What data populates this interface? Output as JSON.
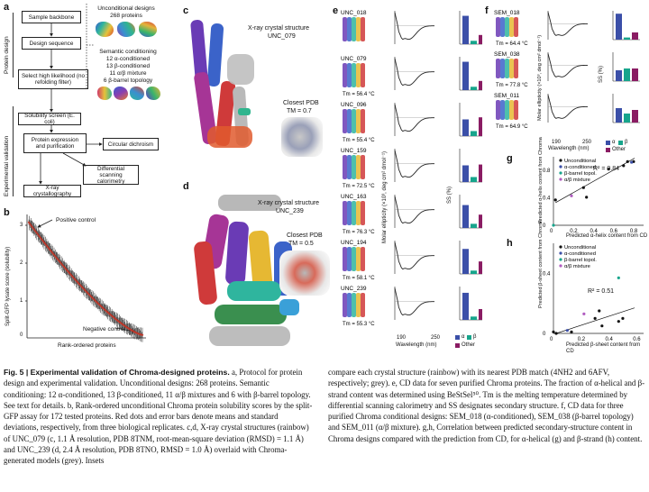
{
  "panel_a": {
    "label": "a",
    "side_design": "Protein design",
    "side_validation": "Experimental validation",
    "boxes": {
      "backbone": "Sample backbone",
      "sequence": "Design sequence",
      "select": "Select high likelihood (no refolding filter)",
      "screen": "Solubility screen (E. coli)",
      "expression": "Protein expression and purification",
      "cd": "Circular dichroism",
      "dsc": "Differential scanning calorimetry",
      "xray": "X-ray crystallography"
    },
    "uncond": "Unconditional designs 268 proteins",
    "semantic": "Semantic conditioning",
    "cond_lines": [
      "12 α-conditioned",
      "13 β-conditioned",
      "11 α/β mixture",
      "6 β-barrel topology"
    ]
  },
  "panel_b": {
    "label": "b",
    "ylabel": "Split-GFP lysate score (solubility)",
    "xlabel": "Rank-ordered proteins",
    "pos": "Positive control",
    "neg": "Negative control",
    "yticks": [
      "3",
      "2",
      "1",
      "0"
    ]
  },
  "panel_c": {
    "label": "c",
    "title1": "X-ray crystal structure",
    "title2": "UNC_079",
    "pdb1": "Closest PDB",
    "pdb2": "TM = 0.7"
  },
  "panel_d": {
    "label": "d",
    "title1": "X-ray crystal structure",
    "title2": "UNC_239",
    "pdb1": "Closest PDB",
    "pdb2": "TM = 0.5"
  },
  "panel_e": {
    "label": "e",
    "ylabel": "Molar ellipticity (×10³, deg cm² dmol⁻¹)",
    "ss_label": "SS (%)",
    "xlabel": "Wavelength (nm)",
    "xticks": [
      "190",
      "250"
    ],
    "legend": [
      "α",
      "β",
      "Other"
    ],
    "rows": [
      {
        "name": "UNC_018",
        "tm": ""
      },
      {
        "name": "UNC_079",
        "tm": "Tm = 56.4 °C"
      },
      {
        "name": "UNC_096",
        "tm": "Tm = 55.4 °C"
      },
      {
        "name": "UNC_159",
        "tm": "Tm = 72.5 °C"
      },
      {
        "name": "UNC_163",
        "tm": "Tm = 76.3 °C"
      },
      {
        "name": "UNC_194",
        "tm": "Tm = 58.1 °C"
      },
      {
        "name": "UNC_239",
        "tm": "Tm = 55.3 °C"
      }
    ]
  },
  "panel_f": {
    "label": "f",
    "ylabel": "Molar ellipticity (×10³, deg cm² dmol⁻¹)",
    "ss_label": "SS (%)",
    "xlabel": "Wavelength (nm)",
    "xticks": [
      "190",
      "250"
    ],
    "legend": [
      "α",
      "β",
      "Other"
    ],
    "rows": [
      {
        "name": "SEM_018",
        "tm": "Tm = 64.4 °C"
      },
      {
        "name": "SEM_038",
        "tm": "Tm = 77.8 °C"
      },
      {
        "name": "SEM_011",
        "tm": "Tm = 64.9 °C"
      }
    ]
  },
  "panel_g": {
    "label": "g",
    "ylabel": "Predicted α-helix content from Chroma",
    "xlabel": "Predicted α-helix content from CD",
    "r2": "R² = 0.84",
    "xticks": [
      "0",
      "0.2",
      "0.4",
      "0.6",
      "0.8"
    ],
    "yticks": [
      "0",
      "0.4",
      "0.8"
    ],
    "legend": [
      "Unconditional",
      "α-conditioned",
      "β-barrel topol.",
      "α/β mixture"
    ]
  },
  "panel_h": {
    "label": "h",
    "ylabel": "Predicted β-sheet content from Chroma",
    "xlabel": "Predicted β-sheet content from CD",
    "r2": "R² = 0.51",
    "xticks": [
      "0",
      "0.2",
      "0.4",
      "0.6"
    ],
    "yticks": [
      "0",
      "0.4"
    ],
    "legend": [
      "Unconditional",
      "α-conditioned",
      "β-barrel topol.",
      "α/β mixture"
    ]
  },
  "colors": {
    "alpha": "#3b4fa8",
    "beta": "#17a58c",
    "other": "#8a1c63",
    "neutral": "#555555"
  },
  "caption": {
    "fig": "Fig. 5 | Experimental validation of Chroma-designed proteins.",
    "col1": "a, Protocol for protein design and experimental validation. Unconditional designs: 268 proteins. Semantic conditioning: 12 α-conditioned, 13 β-conditioned, 11 α/β mixtures and 6 with β-barrel topology. See text for details. b, Rank-ordered unconditional Chroma protein solubility scores by the split-GFP assay for 172 tested proteins. Red dots and error bars denote means and standard deviations, respectively, from three biological replicates. c,d, X-ray crystal structures (rainbow) of UNC_079 (c, 1.1 Å resolution, PDB 8TNM, root-mean-square deviation (RMSD) = 1.1 Å) and UNC_239 (d, 2.4 Å resolution, PDB 8TNO, RMSD = 1.0 Å) overlaid with Chroma-generated models (grey). Insets",
    "col2": "compare each crystal structure (rainbow) with its nearest PDB match (4NH2 and 6AFV, respectively; grey). e, CD data for seven purified Chroma proteins. The fraction of α-helical and β-strand content was determined using BeStSel⁵⁰. Tm is the melting temperature determined by differential scanning calorimetry and SS designates secondary structure. f, CD data for three purified Chroma conditional designs: SEM_018 (α-conditioned), SEM_038 (β-barrel topology) and SEM_011 (α/β mixture). g,h, Correlation between predicted secondary-structure content in Chroma designs compared with the prediction from CD, for α-helical (g) and β-strand (h) content."
  },
  "chart_data": [
    {
      "type": "scatter",
      "panel": "b",
      "xlabel": "Rank-ordered proteins",
      "ylabel": "Split-GFP lysate score (solubility)",
      "ylim": [
        0,
        3.2
      ],
      "series": [
        {
          "values_first_last": [
            3.0,
            0.1
          ],
          "count": 172
        }
      ]
    },
    {
      "type": "scatter",
      "panel": "g",
      "xlabel": "Predicted α-helix content from CD",
      "ylabel": "Predicted α-helix content from Chroma",
      "xlim": [
        0,
        0.9
      ],
      "ylim": [
        0,
        1.0
      ],
      "series": [
        {
          "name": "Unconditional",
          "points": [
            [
              0.02,
              0.37
            ],
            [
              0.33,
              0.41
            ],
            [
              0.3,
              0.55
            ],
            [
              0.55,
              0.82
            ],
            [
              0.7,
              0.87
            ],
            [
              0.74,
              0.93
            ],
            [
              0.8,
              0.93
            ]
          ]
        },
        {
          "name": "α-conditioned",
          "points": [
            [
              0.78,
              0.92
            ]
          ]
        },
        {
          "name": "β-barrel topol.",
          "points": [
            [
              0.0,
              0.0
            ]
          ]
        },
        {
          "name": "α/β mixture",
          "points": [
            [
              0.18,
              0.43
            ]
          ]
        }
      ]
    },
    {
      "type": "scatter",
      "panel": "h",
      "xlabel": "Predicted β-sheet content from CD",
      "ylabel": "Predicted β-sheet content from Chroma",
      "xlim": [
        0,
        0.65
      ],
      "ylim": [
        0,
        0.6
      ],
      "series": [
        {
          "name": "Unconditional",
          "points": [
            [
              0.0,
              0.01
            ],
            [
              0.02,
              0.0
            ],
            [
              0.13,
              0.01
            ],
            [
              0.3,
              0.1
            ],
            [
              0.33,
              0.15
            ],
            [
              0.35,
              0.05
            ],
            [
              0.47,
              0.08
            ],
            [
              0.5,
              0.1
            ]
          ]
        },
        {
          "name": "α-conditioned",
          "points": [
            [
              0.1,
              0.02
            ]
          ]
        },
        {
          "name": "β-barrel topol.",
          "points": [
            [
              0.47,
              0.37
            ]
          ]
        },
        {
          "name": "α/β mixture",
          "points": [
            [
              0.22,
              0.13
            ]
          ]
        }
      ]
    },
    {
      "type": "bar",
      "panel": "e",
      "categories": [
        "α",
        "β",
        "Other"
      ],
      "series": [
        {
          "name": "UNC_018",
          "values": [
            68,
            8,
            22
          ]
        },
        {
          "name": "UNC_079",
          "values": [
            68,
            8,
            22
          ]
        },
        {
          "name": "UNC_096",
          "values": [
            40,
            12,
            45
          ]
        },
        {
          "name": "UNC_159",
          "values": [
            40,
            12,
            42
          ]
        },
        {
          "name": "UNC_163",
          "values": [
            55,
            10,
            32
          ]
        },
        {
          "name": "UNC_194",
          "values": [
            60,
            8,
            30
          ]
        },
        {
          "name": "UNC_239",
          "values": [
            65,
            8,
            26
          ]
        }
      ]
    },
    {
      "type": "bar",
      "panel": "f",
      "categories": [
        "α",
        "β",
        "Other"
      ],
      "series": [
        {
          "name": "SEM_018",
          "values": [
            72,
            6,
            20
          ]
        },
        {
          "name": "SEM_038",
          "values": [
            30,
            35,
            35
          ]
        },
        {
          "name": "SEM_011",
          "values": [
            40,
            25,
            35
          ]
        }
      ]
    }
  ]
}
